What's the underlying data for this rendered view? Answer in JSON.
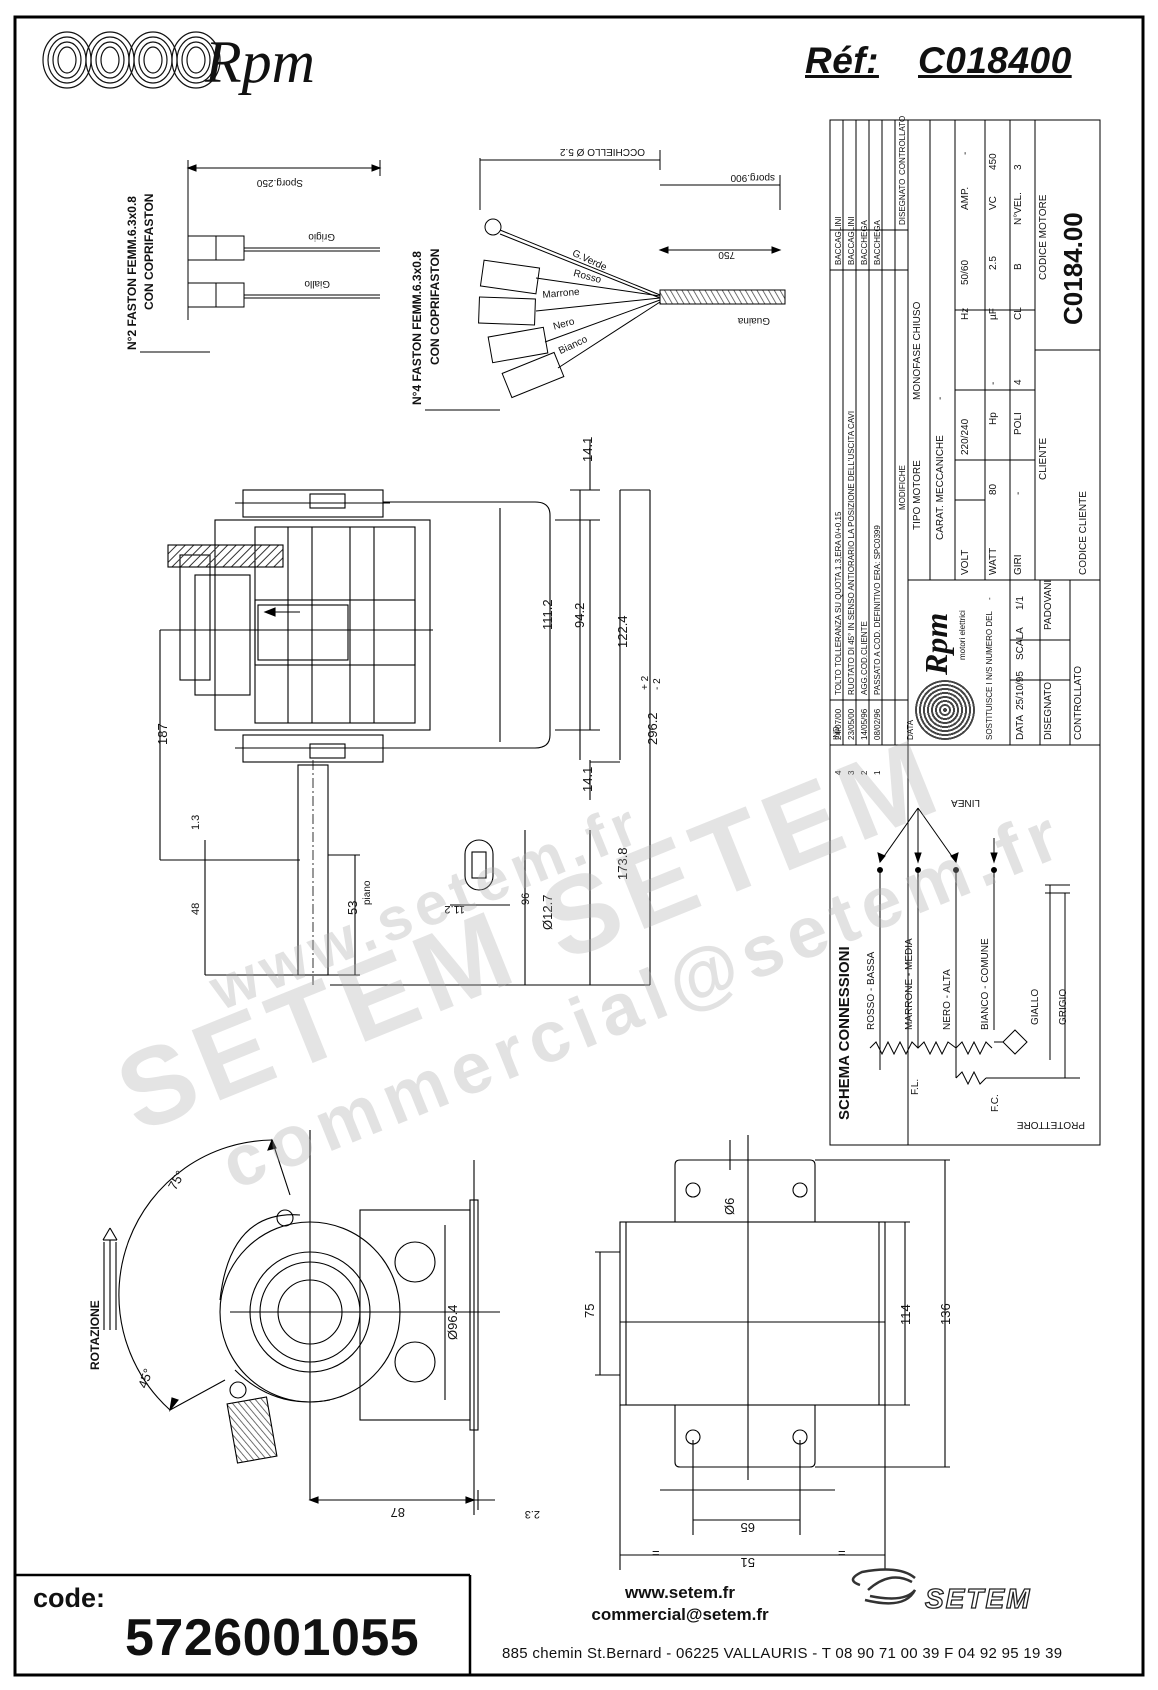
{
  "header": {
    "brand": "Rpm",
    "ref_label": "Réf:",
    "ref_value": "C018400"
  },
  "connector_notes": {
    "fast2_line1": "N°2 FASTON FEMM.6.3x0.8",
    "fast2_line2": "CON COPRIFASTON",
    "sporg250": "Sporg.250",
    "grigio": "Grigio",
    "giallo": "Giallo",
    "fast4_line1": "N°4 FASTON FEMM.6.3x0.8",
    "fast4_line2": "CON COPRIFASTON",
    "occhiello": "OCCHIELLO Ø 5.2",
    "sporg900": "sporg.900",
    "dim750": "750",
    "gverde": "G.Verde",
    "rosso": "Rosso",
    "marrone": "Marrone",
    "nero": "Nero",
    "bianco": "Bianco",
    "guaina": "Guaina"
  },
  "side_view_dims": {
    "d141a": "14.1",
    "d1112": "111.2",
    "d942": "94.2",
    "d1224": "122.4",
    "d2962": "296.2",
    "tol_plus": "+ 2",
    "tol_minus": "- 2",
    "d141b": "14.1",
    "d1738": "173.8",
    "d187": "187",
    "d13": "1.3",
    "d48": "48",
    "d53": "53",
    "piano": "piano",
    "d112": "11.2",
    "d96": "96",
    "d127": "Ø12.7"
  },
  "bottom_left_view": {
    "rotazione": "ROTAZIONE",
    "a75": "75°",
    "a45": "45°",
    "d964": "Ø96.4",
    "d87": "87",
    "d23": "2.3"
  },
  "bottom_right_view": {
    "d6": "Ø6",
    "d75": "75",
    "d114": "114",
    "d136": "136",
    "d65": "65",
    "d51": "51",
    "eq": "="
  },
  "title_block": {
    "rev_headers": [
      "IND.",
      "DATA",
      "MODIFICHE",
      "DISEGNATO",
      "CONTROLLATO"
    ],
    "revisions": [
      {
        "ind": "4",
        "data": "24/07/00",
        "mod": "TOLTO TOLLERANZA SU QUOTA 1.3,ERA 0/+0.15",
        "dis": "BACCAGLINI",
        "ctrl": ""
      },
      {
        "ind": "3",
        "data": "23/05/00",
        "mod": "RUOTATO DI 45° IN SENSO ANTIORARIO LA POSIZIONE DELL'USCITA CAVI",
        "dis": "BACCAGLINI",
        "ctrl": ""
      },
      {
        "ind": "2",
        "data": "14/05/96",
        "mod": "AGG.COD.CLIENTE",
        "dis": "BACCHEGA",
        "ctrl": ""
      },
      {
        "ind": "1",
        "data": "08/02/96",
        "mod": "PASSATO A COD. DEFINITIVO ERA: SPC0399",
        "dis": "BACCHEGA",
        "ctrl": ""
      }
    ],
    "tipo_motore_label": "TIPO MOTORE",
    "tipo_motore_value": "MONOFASE CHIUSO",
    "carat_label": "CARAT. MECCANICHE",
    "carat_value": "-",
    "volt_label": "VOLT",
    "volt_value": "220/240",
    "hz_label": "Hz",
    "hz_value": "50/60",
    "amp_label": "AMP.",
    "amp_value": "-",
    "watt_label": "WATT",
    "watt_value": "80",
    "hp_label": "Hp",
    "hp_value": "-",
    "uf_label": "µF",
    "uf_value": "2.5",
    "vc_label": "VC",
    "vc_value": "450",
    "giri_label": "GIRI",
    "giri_value": "-",
    "poli_label": "POLI",
    "poli_value": "4",
    "cl_label": "CL",
    "cl_value": "B",
    "nvel_label": "N°VEL.",
    "nvel_value": "3",
    "cliente_label": "CLIENTE",
    "codice_motore_label": "CODICE MOTORE",
    "codice_motore_value": "C0184.00",
    "codice_cliente_label": "CODICE CLIENTE",
    "logo_text": "Rpm",
    "logo_sub": "motori elettrici",
    "sostituisce_label": "SOSTITUISCE I N/S NUMERO DEL",
    "data_label": "DATA",
    "data_value": "25/10/95",
    "scala_label": "SCALA",
    "scala_value": "1/1",
    "disegnato_label": "DISEGNATO",
    "disegnato_value": "PADOVANI",
    "controllato_label": "CONTROLLATO",
    "dash": "-"
  },
  "schema": {
    "title": "SCHEMA CONNESSIONI",
    "linea": "LINEA",
    "rosso_bassa": "ROSSO - BASSA",
    "marrone_media": "MARRONE - MEDIA",
    "nero_alta": "NERO - ALTA",
    "bianco_comune": "BIANCO - COMUNE",
    "giallo": "GIALLO",
    "grigio": "GRIGIO",
    "fl": "F.L.",
    "fc": "F.C.",
    "protettore": "PROTETTORE"
  },
  "watermark": {
    "line1": "www.setem.fr",
    "line2": "SETEM SETEM",
    "line3": "commercial@setem.fr"
  },
  "footer": {
    "code_label": "code:",
    "code_value": "5726001055",
    "website": "www.setem.fr",
    "email": "commercial@setem.fr",
    "logo_text": "SETEM",
    "address": "885 chemin St.Bernard  -  06225 VALLAURIS  -  T 08 90 71 00 39   F 04 92 95 19 39"
  }
}
